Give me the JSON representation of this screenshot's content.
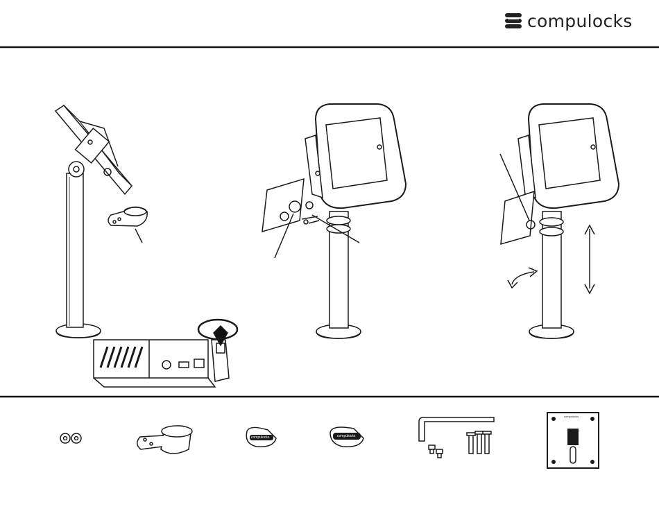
{
  "brand": {
    "logo_icon": "compulocks-stack-icon",
    "name": "compulocks",
    "parts_label": "compulocks"
  },
  "colors": {
    "ink": "#1a1a1a",
    "rule": "#111111",
    "paper": "#ffffff"
  },
  "steps": [
    {
      "id": "step-1",
      "description_icon": "attach-clamp-icon"
    },
    {
      "id": "step-2",
      "description_icon": "vesa-plate-screws-icon"
    },
    {
      "id": "step-3",
      "description_icon": "height-swivel-adjust-icon"
    }
  ],
  "parts": [
    {
      "id": "washers",
      "icon": "washer-pair-icon"
    },
    {
      "id": "pole-clamp",
      "icon": "pole-clamp-icon"
    },
    {
      "id": "cable-clip-a",
      "icon": "cable-clip-icon",
      "label": "compulocks"
    },
    {
      "id": "cable-clip-b",
      "icon": "cable-clip-icon",
      "label": "compulocks"
    },
    {
      "id": "hex-key-screws",
      "icon": "hex-key-screws-icon"
    },
    {
      "id": "vesa-plate",
      "icon": "vesa-plate-icon",
      "label": "compulocks"
    }
  ]
}
